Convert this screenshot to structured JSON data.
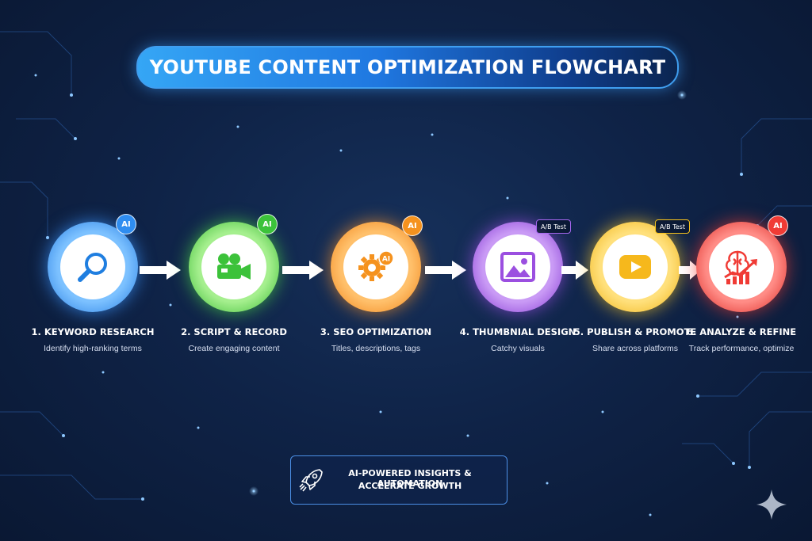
{
  "header": {
    "title": "YOUTUBE CONTENT OPTIMIZATION FLOWCHART"
  },
  "colors": {
    "blue": "#2f8df0",
    "green": "#52d24a",
    "orange": "#f5921e",
    "purple": "#9b4fe0",
    "yellow": "#f6c21c",
    "red": "#f03b35"
  },
  "steps": [
    {
      "title": "1. KEYWORD RESEARCH",
      "description": "Identify high-ranking terms",
      "badge": "AI",
      "icon": "search-icon",
      "color": "#2f8df0"
    },
    {
      "title": "2. SCRIPT & RECORD",
      "description": "Create engaging content",
      "badge": "AI",
      "icon": "video-camera-icon",
      "color": "#52d24a"
    },
    {
      "title": "3. SEO OPTIMIZATION",
      "description": "Titles, descriptions, tags",
      "badge": "AI",
      "icon": "gear-icon",
      "inner_badge": "AI",
      "color": "#f5921e"
    },
    {
      "title": "4. THUMBNIAL DESIGN",
      "description": "Catchy visuals",
      "badge": "A/B Test",
      "icon": "image-icon",
      "color": "#9b4fe0"
    },
    {
      "title": "5. PUBLISH & PROMOTE",
      "description": "Share across platforms",
      "badge": "A/B Test",
      "icon": "play-button-icon",
      "color": "#f6c21c"
    },
    {
      "title": "6. ANALYZE & REFINE",
      "description": "Track performance, optimize",
      "badge": "AI",
      "icon": "brain-chart-icon",
      "color": "#f03b35"
    }
  ],
  "footer": {
    "icon": "rocket-icon",
    "line1": "AI-POWERED INSIGHTS & AUTOMATION",
    "line2": "ACCEERATE GROWTH"
  }
}
